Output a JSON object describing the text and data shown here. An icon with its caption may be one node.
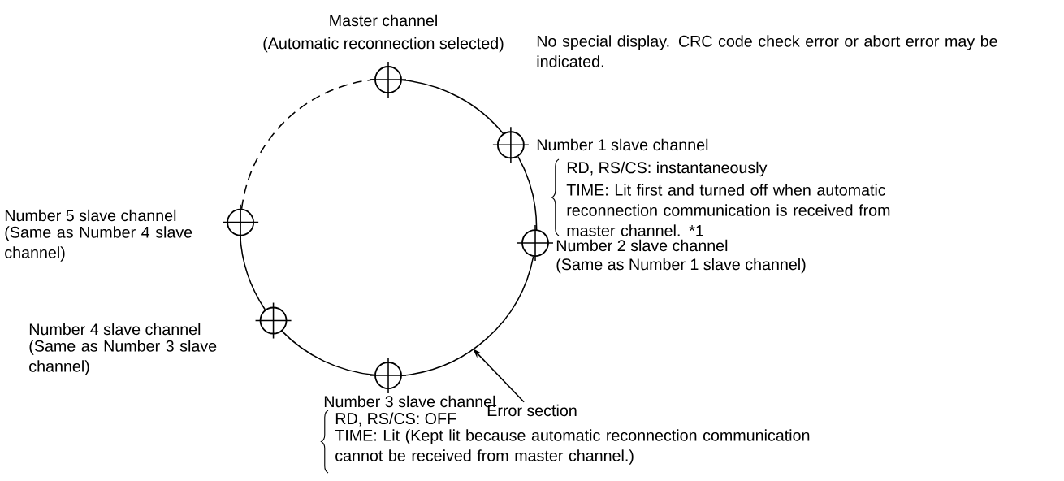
{
  "diagram": {
    "nodes": [
      {
        "text": [],
        "shape": "circle",
        "beside": [
          "Master channel",
          "(Automatic reconnection selected)"
        ]
      },
      {
        "text": [],
        "shape": "circle",
        "beside": [
          "Number 1 slave channel",
          "RD, RS/CS: instantaneously",
          "TIME: Lit first and turned off when automatic reconnection communication is received from master channel. *1"
        ]
      },
      {
        "text": [],
        "shape": "circle",
        "beside": [
          "Number 2 slave channel",
          "(Same as Number 1 slave channel)"
        ]
      },
      {
        "text": [],
        "shape": "circle",
        "beside": [
          "Number 3 slave channel",
          "RD, RS/CS: OFF",
          "TIME: Lit (Kept lit because automatic reconnection communication cannot be received from master channel.)"
        ]
      },
      {
        "text": [],
        "shape": "circle",
        "beside": [
          "Number 4 slave channel",
          "(Same as Number 3 slave channel)"
        ]
      },
      {
        "text": [],
        "shape": "circle",
        "beside": [
          "Number 5 slave channel",
          "(Same as Number 4 slave channel)"
        ]
      },
      {
        "text": [
          "Error section"
        ]
      }
    ],
    "edges": [
      {
        "from": 0,
        "to": 1,
        "arrow": "none"
      },
      {
        "from": 1,
        "to": 2,
        "arrow": "none"
      },
      {
        "from": 2,
        "to": 3,
        "arrow": "none"
      },
      {
        "from": 3,
        "to": 4,
        "arrow": "none"
      },
      {
        "from": 4,
        "to": 5,
        "arrow": "none"
      },
      {
        "from": 5,
        "to": 0,
        "arrow": "none",
        "style": "dashed"
      },
      {
        "from": 6,
        "to": null,
        "arrow": "to"
      }
    ],
    "labels": [
      "No special display. CRC code check error or abort error may be indicated."
    ]
  }
}
